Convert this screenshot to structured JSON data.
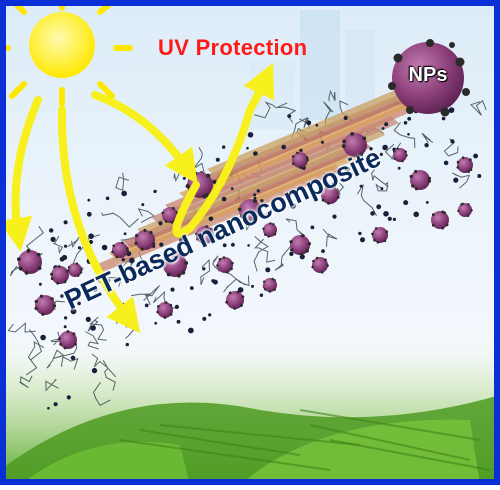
{
  "labels": {
    "uv_protection": "UV Protection",
    "nps": "NPs",
    "composite": "PET-based nanocomposite"
  },
  "colors": {
    "frame": "#0a2fd6",
    "sun": "#ffe800",
    "arrow": "#f7f01c",
    "uv_text": "#ff1a1a",
    "nanoparticle": "#8a3e78",
    "label_text": "#0b2a5c",
    "leaf": "#5aa82a"
  },
  "icons": {
    "sun": "sun-icon",
    "nanoparticle": "nanoparticle-icon"
  }
}
